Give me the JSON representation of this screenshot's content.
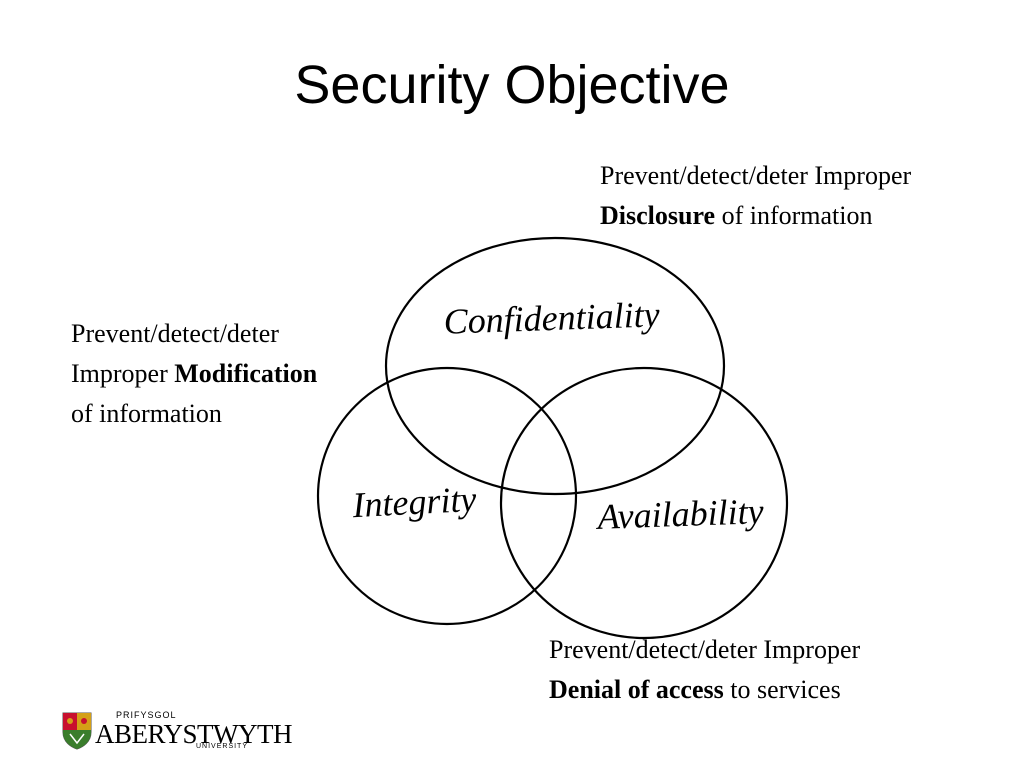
{
  "slide": {
    "title": "Security Objective"
  },
  "diagram": {
    "circles": [
      {
        "id": "confidentiality",
        "label": "Confidentiality"
      },
      {
        "id": "integrity",
        "label": "Integrity"
      },
      {
        "id": "availability",
        "label": "Availability"
      }
    ],
    "annotations": {
      "disclosure": {
        "line1": "Prevent/detect/deter Improper",
        "bold": "Disclosure",
        "rest": " of information"
      },
      "modification": {
        "line1": "Prevent/detect/deter",
        "pre": "Improper ",
        "bold": "Modification",
        "line3": "of information"
      },
      "denial": {
        "line1": "Prevent/detect/deter Improper",
        "bold": "Denial of access",
        "rest": " to services"
      }
    },
    "colors": {
      "stroke": "#000000",
      "background": "#ffffff"
    }
  },
  "logo": {
    "top": "PRIFYSGOL",
    "main": "ABERYSTWYTH",
    "bottom": "UNIVERSITY",
    "icon": "university-crest-icon",
    "colors": {
      "red": "#c8102e",
      "green": "#3a7d2c",
      "gold": "#d4a017"
    }
  }
}
